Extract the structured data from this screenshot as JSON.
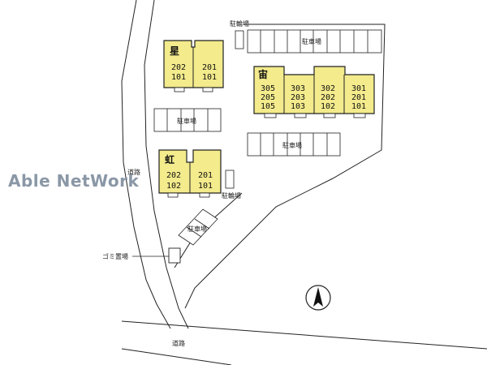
{
  "watermark": "Able NetWork",
  "labels": {
    "bicycle_parking_top": "駐輪場",
    "bicycle_parking_mid": "駐輪場",
    "parking_top": "駐車場",
    "parking_left": "駐車場",
    "parking_right": "駐車場",
    "parking_diag": "駐車場",
    "road_left": "道路",
    "road_bottom": "道路",
    "garbage": "ゴミ置場"
  },
  "buildings": [
    {
      "name": "星",
      "units": [
        [
          "202",
          "101"
        ],
        [
          "201",
          "101"
        ]
      ]
    },
    {
      "name": "宙",
      "units": [
        [
          "305",
          "205",
          "105"
        ],
        [
          "303",
          "203",
          "103"
        ],
        [
          "302",
          "202",
          "102"
        ],
        [
          "301",
          "201",
          "101"
        ]
      ]
    },
    {
      "name": "虹",
      "units": [
        [
          "202",
          "102"
        ],
        [
          "201",
          "101"
        ]
      ]
    }
  ],
  "colors": {
    "building_fill": "#f3eb8c",
    "line": "#222222",
    "watermark": "#8a97a6"
  }
}
